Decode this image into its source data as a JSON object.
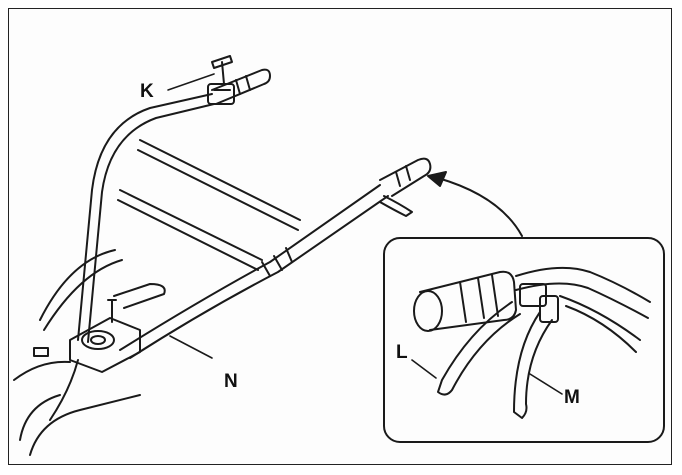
{
  "labels": {
    "k": "K",
    "l": "L",
    "m": "M",
    "n": "N"
  },
  "colors": {
    "ink": "#1a1a1a",
    "paper": "#fdfdfd"
  }
}
